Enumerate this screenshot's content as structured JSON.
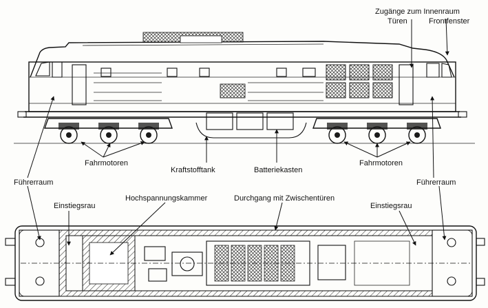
{
  "labels": {
    "zugaenge": "Zugänge zum Innenraum",
    "tueren": "Türen",
    "frontfenster": "Frontfenster",
    "fahrmotoren_left": "Fahrmotoren",
    "kraftstofftank": "Kraftstofftank",
    "batteriekasten": "Batteriekasten",
    "fahrmotoren_right": "Fahrmotoren",
    "fuehrerraum_left": "Führerraum",
    "fuehrerraum_right": "Führerraum",
    "einstiegsraum_left": "Einstiegsrau",
    "hochspannungskammer": "Hochspannungskammer",
    "durchgang": "Durchgang mit Zwischentüren",
    "einstiegsraum_right": "Einstiegsrau"
  }
}
